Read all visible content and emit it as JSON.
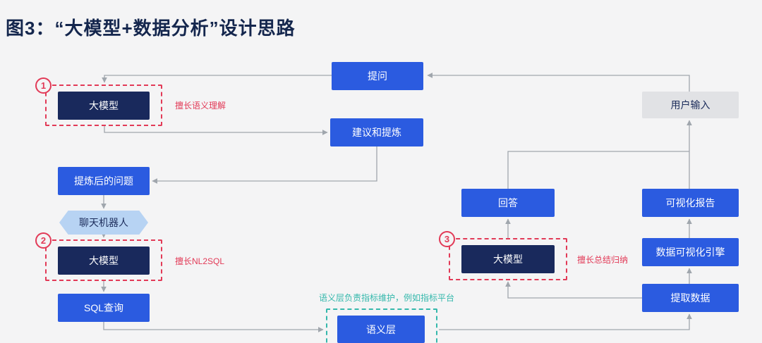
{
  "title": "图3：“大模型+数据分析”设计思路",
  "colors": {
    "background": "#f4f4f5",
    "primary_blue": "#2b5be0",
    "dark_navy": "#19295c",
    "light_blue_hex": "#b7d3f3",
    "gray_box": "#e1e2e5",
    "accent_red": "#e23a57",
    "accent_teal": "#35b8ac",
    "arrow_gray": "#a0a6ad",
    "title_navy": "#14264d"
  },
  "nodes": {
    "question": "提问",
    "user_input": "用户输入",
    "llm1": "大模型",
    "suggest": "建议和提炼",
    "refined": "提炼后的问题",
    "chatbot": "聊天机器人",
    "llm2": "大模型",
    "sql": "SQL查询",
    "semantic": "语义层",
    "answer": "回答",
    "llm3": "大模型",
    "report": "可视化报告",
    "viz_engine": "数据可视化引擎",
    "extract": "提取数据"
  },
  "badges": {
    "b1": "1",
    "b2": "2",
    "b3": "3"
  },
  "annotations": {
    "a1": "擅长语义理解",
    "a2": "擅长NL2SQL",
    "a3": "擅长总结归纳",
    "semantic_note": "语义层负责指标维护，例如指标平台"
  }
}
